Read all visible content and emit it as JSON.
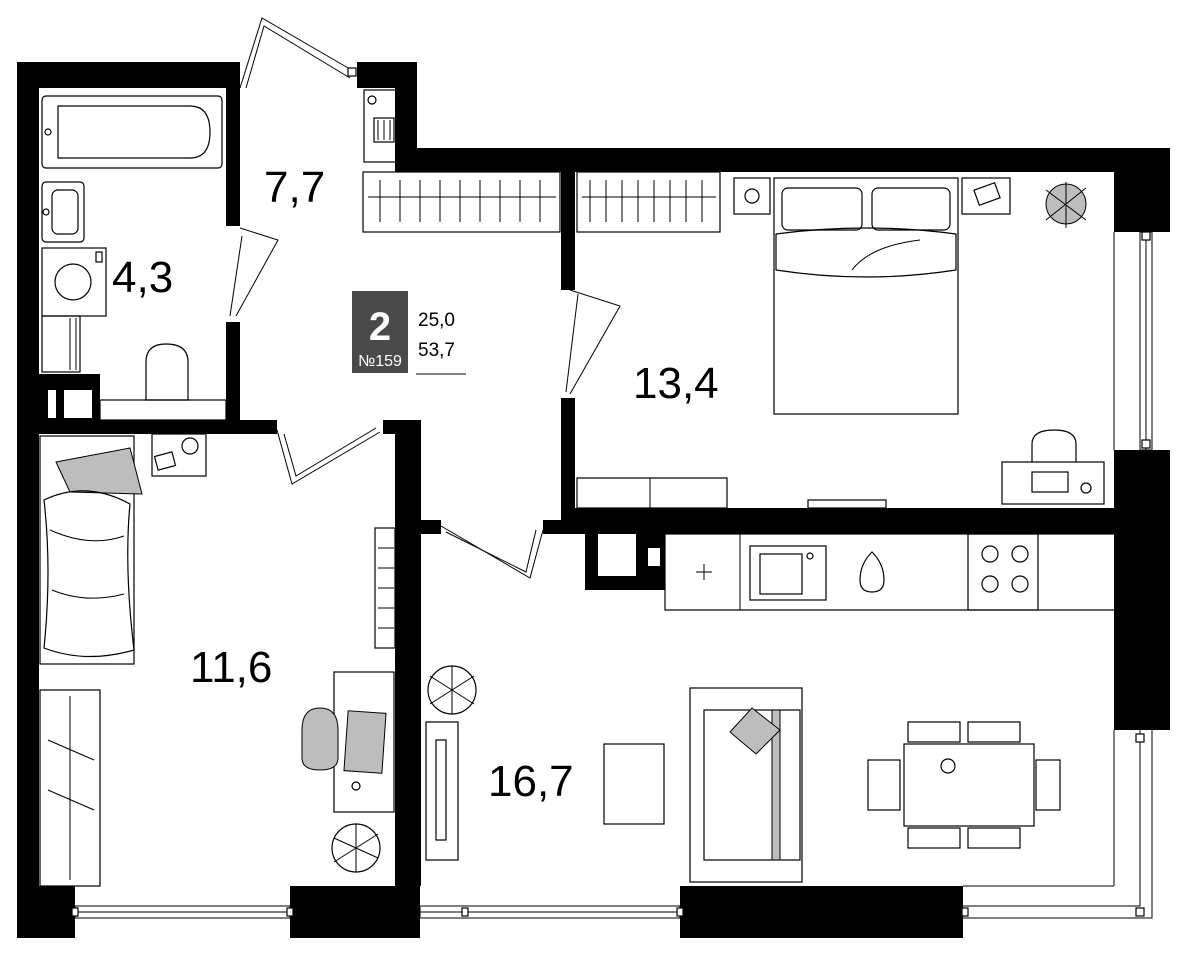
{
  "floorplan": {
    "rooms": [
      {
        "id": "bathroom",
        "area": "4,3"
      },
      {
        "id": "hallway",
        "area": "7,7"
      },
      {
        "id": "bedroom",
        "area": "13,4"
      },
      {
        "id": "children-room",
        "area": "11,6"
      },
      {
        "id": "living-kitchen",
        "area": "16,7"
      }
    ],
    "apartment": {
      "rooms_count": "2",
      "number": "№159",
      "living_area": "25,0",
      "total_area": "53,7"
    },
    "colors": {
      "wall": "#000000",
      "badge": "#4a4a4a",
      "furniture_fill": "#bdbdbd"
    }
  }
}
